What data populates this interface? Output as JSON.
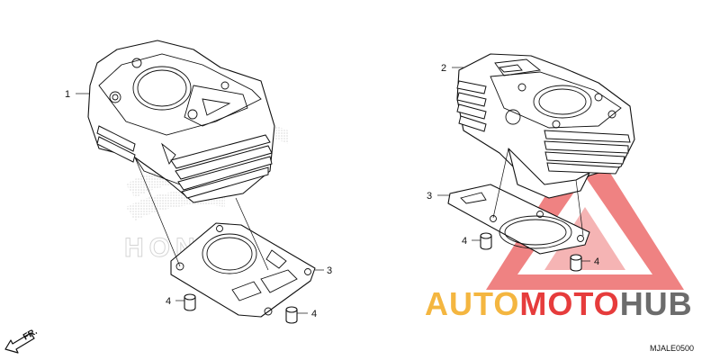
{
  "diagram": {
    "callouts_left": {
      "c1": "1",
      "c3": "3",
      "c4": "4",
      "c4b": "4"
    },
    "callouts_right": {
      "c2": "2",
      "c3": "3",
      "c4": "4",
      "c4b": "4"
    },
    "direction_label": "FR.",
    "diagram_code": "MJALE0500",
    "watermark": {
      "left_word": "HONDA",
      "brand_part1": "AUTO",
      "brand_part2": "MOTO",
      "brand_part3": "HUB",
      "colors": {
        "orange": "#f4b640",
        "red": "#e63c3c",
        "gray": "#6c6c6c"
      }
    }
  }
}
